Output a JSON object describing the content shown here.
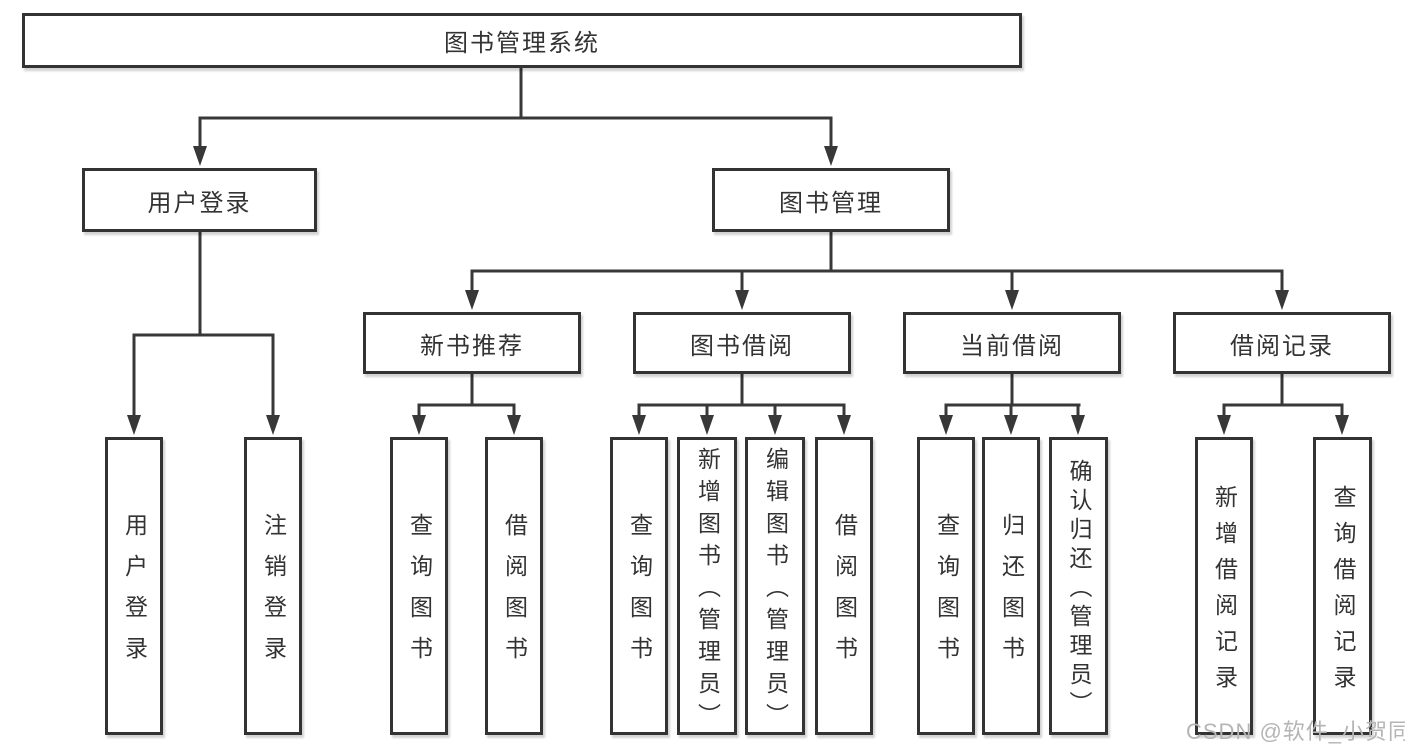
{
  "diagram": {
    "title": "图书管理系统",
    "type": "hierarchy-tree"
  },
  "nodes": {
    "root": {
      "label": "图书管理系统"
    },
    "user_login": {
      "label": "用户登录"
    },
    "book_mgmt": {
      "label": "图书管理"
    },
    "new_book_rec": {
      "label": "新书推荐"
    },
    "book_borrow": {
      "label": "图书借阅"
    },
    "current_borrow": {
      "label": "当前借阅"
    },
    "borrow_records": {
      "label": "借阅记录"
    },
    "leaf_user_login": {
      "label": "用户登录"
    },
    "leaf_logout": {
      "label": "注销登录"
    },
    "leaf_rec_query": {
      "label": "查询图书"
    },
    "leaf_rec_borrow": {
      "label": "借阅图书"
    },
    "leaf_bb_query": {
      "label": "查询图书"
    },
    "leaf_bb_add": {
      "label": "新增图书（管理员）"
    },
    "leaf_bb_edit": {
      "label": "编辑图书（管理员）"
    },
    "leaf_bb_borrow": {
      "label": "借阅图书"
    },
    "leaf_cb_query": {
      "label": "查询图书"
    },
    "leaf_cb_return": {
      "label": "归还图书"
    },
    "leaf_cb_confirm": {
      "label": "确认归还（管理员）"
    },
    "leaf_br_add": {
      "label": "新增借阅记录"
    },
    "leaf_br_query": {
      "label": "查询借阅记录"
    }
  },
  "hierarchy": {
    "图书管理系统": {
      "用户登录": [
        "用户登录",
        "注销登录"
      ],
      "图书管理": {
        "新书推荐": [
          "查询图书",
          "借阅图书"
        ],
        "图书借阅": [
          "查询图书",
          "新增图书（管理员）",
          "编辑图书（管理员）",
          "借阅图书"
        ],
        "当前借阅": [
          "查询图书",
          "归还图书",
          "确认归还（管理员）"
        ],
        "借阅记录": [
          "新增借阅记录",
          "查询借阅记录"
        ]
      }
    }
  },
  "watermark": {
    "text": "CSDN @软件_小贺同学"
  },
  "colors": {
    "line": "#383838",
    "box_border": "#333333",
    "text": "#333333",
    "watermark": "#b5b5b5",
    "background": "#ffffff"
  }
}
